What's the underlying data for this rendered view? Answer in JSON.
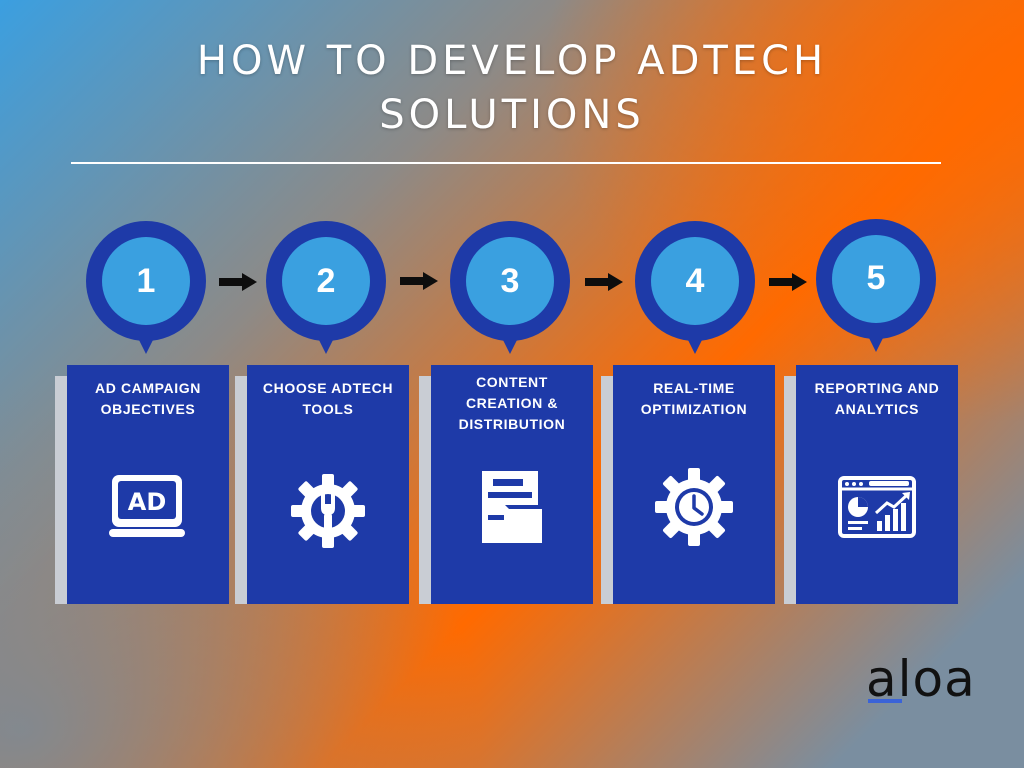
{
  "title": {
    "line1": "HOW TO DEVELOP ADTECH",
    "line2": "SOLUTIONS"
  },
  "colors": {
    "card_fill": "#1e3aa8",
    "pin_outer": "#1e3aa8",
    "pin_inner": "#3aa0e0",
    "background_left": "#3b9fe0",
    "background_right": "#ff6a00"
  },
  "steps": [
    {
      "number": "1",
      "label_lines": [
        "AD CAMPAIGN",
        "OBJECTIVES"
      ],
      "icon": "ad-monitor-icon"
    },
    {
      "number": "2",
      "label_lines": [
        "CHOOSE ADTECH",
        "TOOLS"
      ],
      "icon": "wrench-gear-icon"
    },
    {
      "number": "3",
      "label_lines": [
        "CONTENT",
        "CREATION &",
        "DISTRIBUTION"
      ],
      "icon": "folder-documents-icon"
    },
    {
      "number": "4",
      "label_lines": [
        "REAL-TIME",
        "OPTIMIZATION"
      ],
      "icon": "gear-clock-icon"
    },
    {
      "number": "5",
      "label_lines": [
        "REPORTING AND",
        "ANALYTICS"
      ],
      "icon": "analytics-dashboard-icon"
    }
  ],
  "ad_icon_text": "AD",
  "logo": {
    "text": "aloa"
  }
}
